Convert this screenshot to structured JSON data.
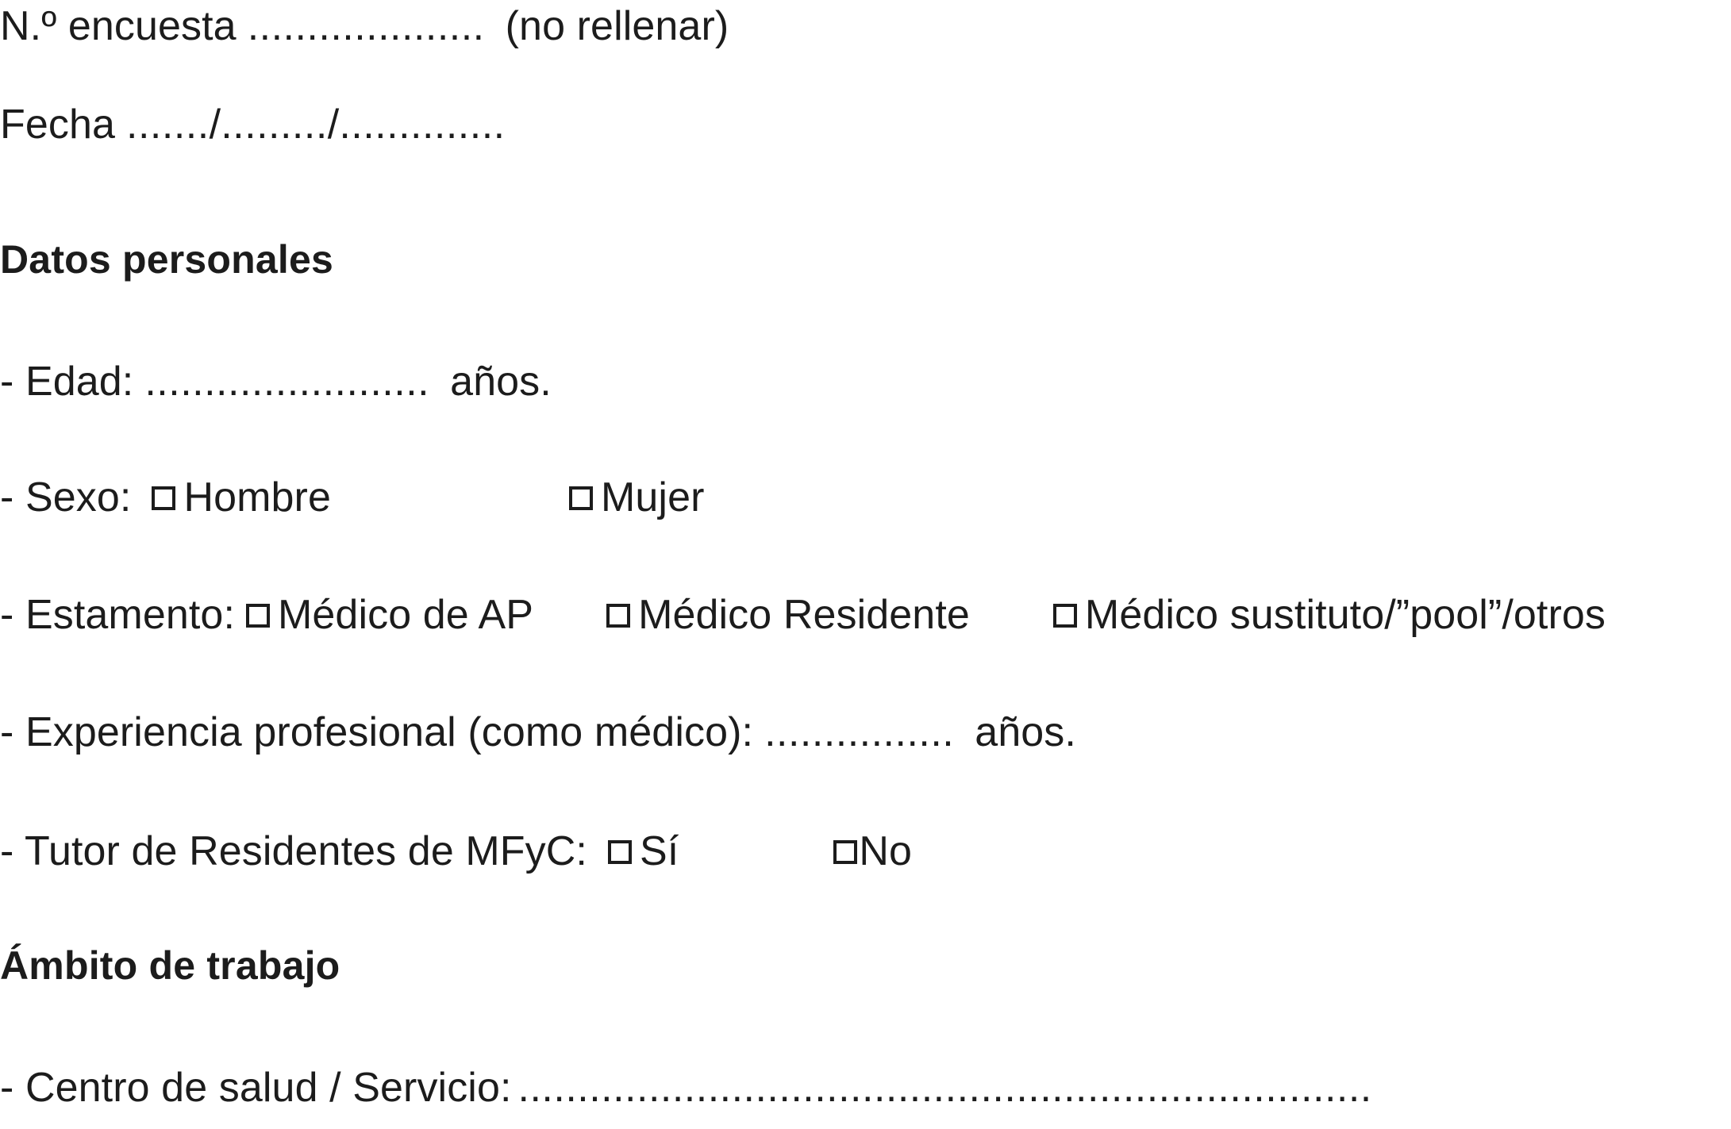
{
  "document": {
    "language": "es",
    "background_color": "#ffffff",
    "text_color": "#1c1c1c",
    "type": "printed-questionnaire-form"
  },
  "header": {
    "survey_number_label": "N.º encuesta",
    "survey_number_leader": "....................",
    "survey_number_note": "(no rellenar)",
    "date_label": "Fecha",
    "date_leader_day": ".......",
    "date_separator_1": "/",
    "date_leader_month": ".........",
    "date_separator_2": "/",
    "date_leader_year": ".............."
  },
  "sections": {
    "personal": {
      "heading": "Datos personales",
      "age": {
        "label": "- Edad:",
        "leader": "........................",
        "unit": "años."
      },
      "sex": {
        "label": "- Sexo:",
        "options": [
          {
            "label": "Hombre",
            "checked": false
          },
          {
            "label": "Mujer",
            "checked": false
          }
        ]
      },
      "role": {
        "label": "- Estamento:",
        "options": [
          {
            "label": "Médico de AP",
            "checked": false
          },
          {
            "label": "Médico Residente",
            "checked": false
          },
          {
            "label": "Médico sustituto/”pool”/otros",
            "checked": false
          }
        ]
      },
      "experience": {
        "label": "- Experiencia profesional (como médico):",
        "leader": "................",
        "unit": "años."
      },
      "tutor": {
        "label": "- Tutor de Residentes de MFyC:",
        "options": [
          {
            "label": "Sí",
            "checked": false
          },
          {
            "label": "No",
            "checked": false
          }
        ]
      }
    },
    "workplace": {
      "heading": "Ámbito de trabajo",
      "health_center": {
        "label": "- Centro de salud / Servicio:",
        "leader": "........................................................................"
      }
    }
  },
  "icons": {
    "checkbox_empty": "checkbox-empty-icon"
  }
}
